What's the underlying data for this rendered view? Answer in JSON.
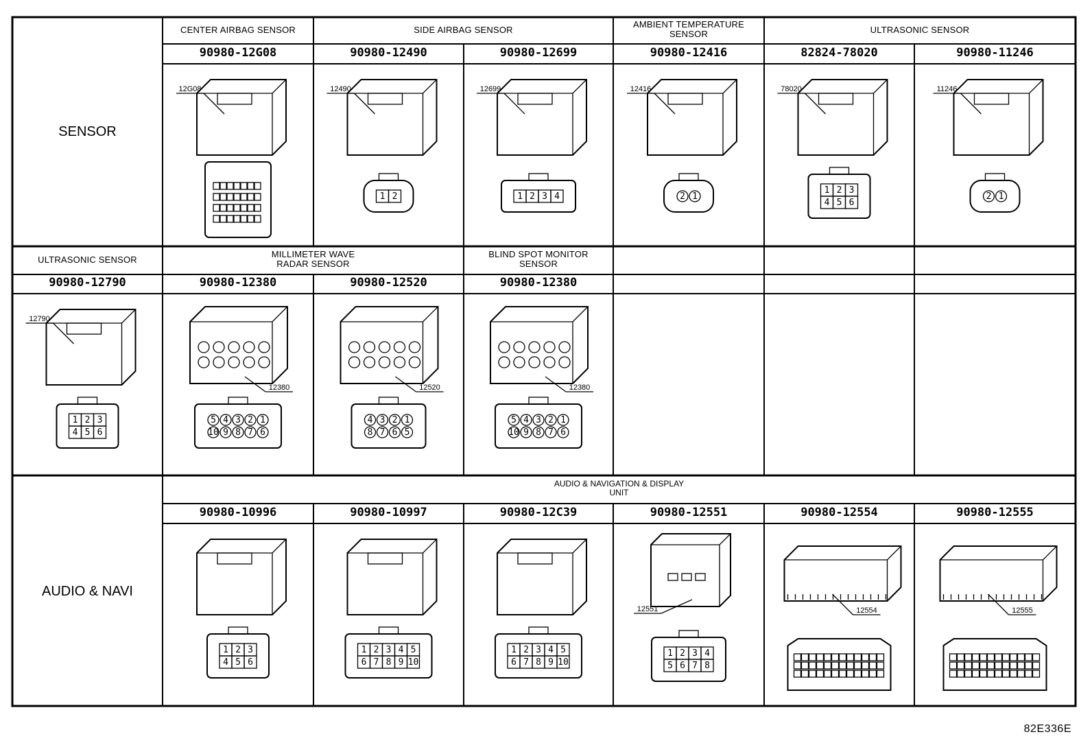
{
  "sections": [
    {
      "row_label": "SENSOR",
      "header_row": [
        {
          "text": "CENTER AIRBAG SENSOR"
        },
        {
          "text": "SIDE AIRBAG SENSOR"
        },
        {
          "text": "AMBIENT TEMPERATURE\nSENSOR"
        },
        {
          "text": "ULTRASONIC SENSOR"
        }
      ],
      "connectors": [
        {
          "part_no": "90980-12G08",
          "callout": "12G08",
          "pins": []
        },
        {
          "part_no": "90980-12490",
          "callout": "12490",
          "pins": [
            "1",
            "2"
          ]
        },
        {
          "part_no": "90980-12699",
          "callout": "12699",
          "pins": [
            "1",
            "2",
            "3",
            "4"
          ]
        },
        {
          "part_no": "90980-12416",
          "callout": "12416",
          "pins": [
            "2",
            "1"
          ]
        },
        {
          "part_no": "82824-78020",
          "callout": "78020",
          "pins": [
            "1",
            "2",
            "3",
            "4",
            "5",
            "6"
          ]
        },
        {
          "part_no": "90980-11246",
          "callout": "11246",
          "pins": [
            "2",
            "1"
          ]
        }
      ]
    },
    {
      "header_row": [
        {
          "text": "ULTRASONIC SENSOR"
        },
        {
          "text": "MILLIMETER WAVE\nRADAR SENSOR"
        },
        {
          "text": "BLIND SPOT MONITOR\nSENSOR"
        }
      ],
      "connectors": [
        {
          "part_no": "90980-12790",
          "callout": "12790",
          "pins": [
            "1",
            "2",
            "3",
            "4",
            "5",
            "6"
          ]
        },
        {
          "part_no": "90980-12380",
          "callout": "12380",
          "pins": [
            "5",
            "4",
            "3",
            "2",
            "1",
            "10",
            "9",
            "8",
            "7",
            "6"
          ]
        },
        {
          "part_no": "90980-12520",
          "callout": "12520",
          "pins": [
            "4",
            "3",
            "2",
            "1",
            "8",
            "7",
            "6",
            "5"
          ]
        },
        {
          "part_no": "90980-12380",
          "callout": "12380",
          "pins": [
            "5",
            "4",
            "3",
            "2",
            "1",
            "10",
            "9",
            "8",
            "7",
            "6"
          ]
        }
      ]
    },
    {
      "row_label": "AUDIO & NAVI",
      "header_row": [
        {
          "text": "AUDIO & NAVIGATION & DISPLAY\nUNIT"
        }
      ],
      "connectors": [
        {
          "part_no": "90980-10996",
          "callout": "",
          "pins": [
            "1",
            "2",
            "3",
            "4",
            "5",
            "6"
          ]
        },
        {
          "part_no": "90980-10997",
          "callout": "",
          "pins": [
            "1",
            "2",
            "3",
            "4",
            "5",
            "6",
            "7",
            "8",
            "9",
            "10"
          ]
        },
        {
          "part_no": "90980-12C39",
          "callout": "",
          "pins": [
            "1",
            "2",
            "3",
            "4",
            "5",
            "6",
            "7",
            "8",
            "9",
            "10"
          ]
        },
        {
          "part_no": "90980-12551",
          "callout": "12551",
          "pins": [
            "1",
            "2",
            "3",
            "4",
            "5",
            "6",
            "7",
            "8"
          ]
        },
        {
          "part_no": "90980-12554",
          "callout": "12554",
          "pins": []
        },
        {
          "part_no": "90980-12555",
          "callout": "12555",
          "pins": []
        }
      ]
    }
  ],
  "footer_code": "82E336E"
}
